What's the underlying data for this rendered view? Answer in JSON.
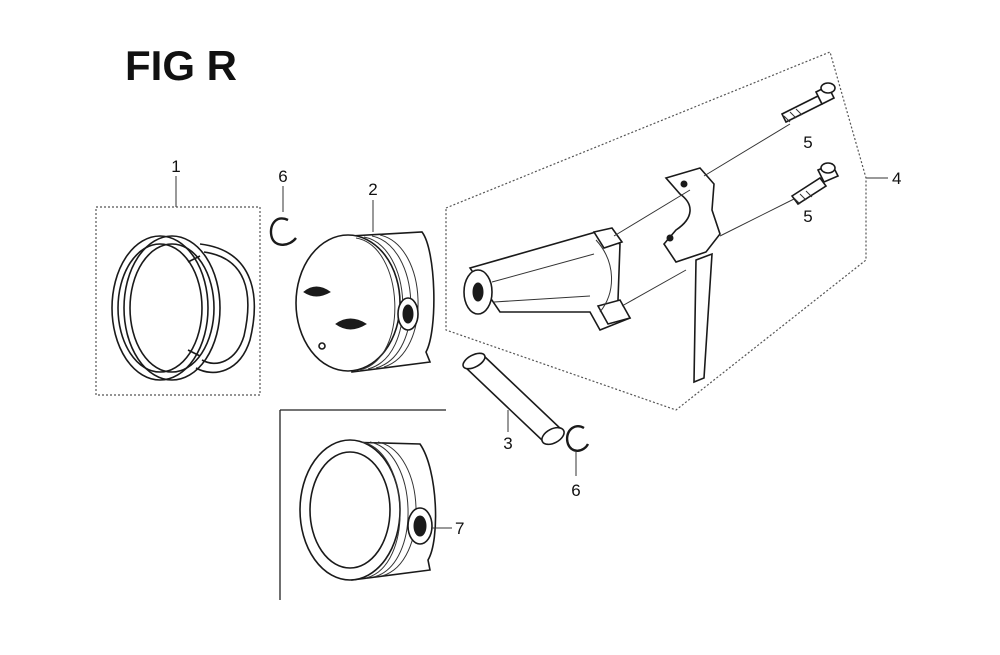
{
  "figure": {
    "title": "FIG R"
  },
  "callouts": {
    "piston_ring_set": "1",
    "piston": "2",
    "piston_pin": "3",
    "connecting_rod_assembly": "4",
    "rod_bolt_upper": "5",
    "rod_bolt_lower": "5",
    "pin_clip_left": "6",
    "pin_clip_right": "6",
    "piston_alt": "7"
  },
  "icons": {
    "piston_ring_set": "piston-rings-icon",
    "piston": "piston-icon",
    "piston_pin": "piston-pin-icon",
    "connecting_rod": "connecting-rod-icon",
    "rod_bolt": "bolt-icon",
    "pin_clip": "circlip-icon"
  },
  "colors": {
    "line": "#1a1a1a",
    "background": "#ffffff"
  }
}
